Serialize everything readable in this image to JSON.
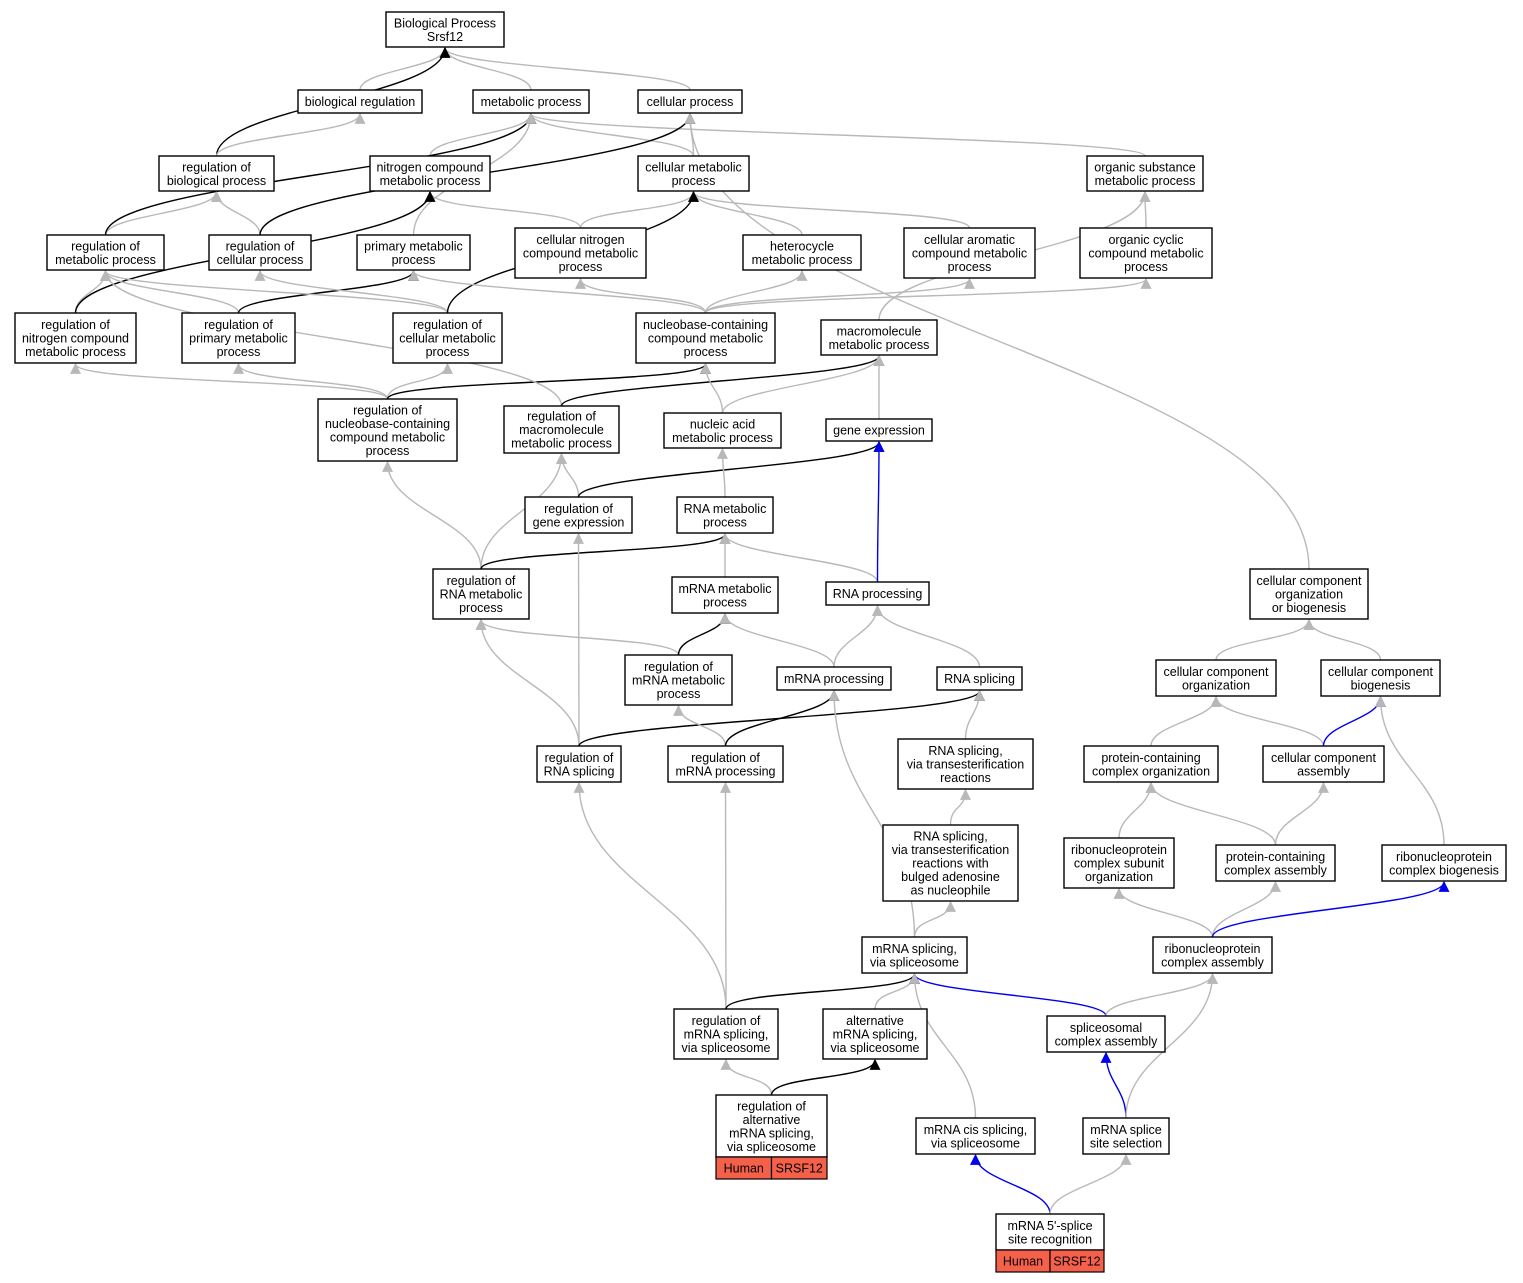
{
  "title_node": {
    "lines": [
      "Biological Process",
      "Srsf12"
    ]
  },
  "colors": {
    "grey_edge": "#b8b8b8",
    "black_edge": "#000000",
    "blue_edge": "#0000ee",
    "tag_fill": "#f5604a"
  },
  "nodes": [
    {
      "id": "bp",
      "lines": [
        "Biological Process",
        "Srsf12"
      ]
    },
    {
      "id": "bioreg",
      "lines": [
        "biological regulation"
      ]
    },
    {
      "id": "metab",
      "lines": [
        "metabolic process"
      ]
    },
    {
      "id": "cellproc",
      "lines": [
        "cellular process"
      ]
    },
    {
      "id": "regbio",
      "lines": [
        "regulation of",
        "biological process"
      ]
    },
    {
      "id": "nitro",
      "lines": [
        "nitrogen compound",
        "metabolic process"
      ]
    },
    {
      "id": "cellmet",
      "lines": [
        "cellular metabolic",
        "process"
      ]
    },
    {
      "id": "orgsub",
      "lines": [
        "organic substance",
        "metabolic process"
      ]
    },
    {
      "id": "regmet",
      "lines": [
        "regulation of",
        "metabolic process"
      ]
    },
    {
      "id": "regcell",
      "lines": [
        "regulation of",
        "cellular process"
      ]
    },
    {
      "id": "primet",
      "lines": [
        "primary metabolic",
        "process"
      ]
    },
    {
      "id": "cellnitro",
      "lines": [
        "cellular nitrogen",
        "compound metabolic",
        "process"
      ]
    },
    {
      "id": "hetero",
      "lines": [
        "heterocycle",
        "metabolic process"
      ]
    },
    {
      "id": "cellarom",
      "lines": [
        "cellular aromatic",
        "compound metabolic",
        "process"
      ]
    },
    {
      "id": "orgcyc",
      "lines": [
        "organic cyclic",
        "compound metabolic",
        "process"
      ]
    },
    {
      "id": "regnitro",
      "lines": [
        "regulation of",
        "nitrogen compound",
        "metabolic process"
      ]
    },
    {
      "id": "regprim",
      "lines": [
        "regulation of",
        "primary metabolic",
        "process"
      ]
    },
    {
      "id": "regcellmet",
      "lines": [
        "regulation of",
        "cellular metabolic",
        "process"
      ]
    },
    {
      "id": "nucbase",
      "lines": [
        "nucleobase-containing",
        "compound metabolic",
        "process"
      ]
    },
    {
      "id": "macro",
      "lines": [
        "macromolecule",
        "metabolic process"
      ]
    },
    {
      "id": "regnucbase",
      "lines": [
        "regulation of",
        "nucleobase-containing",
        "compound metabolic",
        "process"
      ]
    },
    {
      "id": "regmacro",
      "lines": [
        "regulation of",
        "macromolecule",
        "metabolic process"
      ]
    },
    {
      "id": "nucacid",
      "lines": [
        "nucleic acid",
        "metabolic process"
      ]
    },
    {
      "id": "geneexp",
      "lines": [
        "gene expression"
      ]
    },
    {
      "id": "reggene",
      "lines": [
        "regulation of",
        "gene expression"
      ]
    },
    {
      "id": "rnamet",
      "lines": [
        "RNA metabolic",
        "process"
      ]
    },
    {
      "id": "regrnamet",
      "lines": [
        "regulation of",
        "RNA metabolic",
        "process"
      ]
    },
    {
      "id": "mrnamet",
      "lines": [
        "mRNA metabolic",
        "process"
      ]
    },
    {
      "id": "rnaproc",
      "lines": [
        "RNA processing"
      ]
    },
    {
      "id": "ccorg",
      "lines": [
        "cellular component",
        "organization",
        "or biogenesis"
      ]
    },
    {
      "id": "regmrnamet",
      "lines": [
        "regulation of",
        "mRNA metabolic",
        "process"
      ]
    },
    {
      "id": "mrnaproc",
      "lines": [
        "mRNA processing"
      ]
    },
    {
      "id": "rnasplice",
      "lines": [
        "RNA splicing"
      ]
    },
    {
      "id": "ccorg2",
      "lines": [
        "cellular component",
        "organization"
      ]
    },
    {
      "id": "ccbio",
      "lines": [
        "cellular component",
        "biogenesis"
      ]
    },
    {
      "id": "regrnasplice",
      "lines": [
        "regulation of",
        "RNA splicing"
      ]
    },
    {
      "id": "regmrnaproc",
      "lines": [
        "regulation of",
        "mRNA processing"
      ]
    },
    {
      "id": "rnatrans",
      "lines": [
        "RNA splicing,",
        "via transesterification",
        "reactions"
      ]
    },
    {
      "id": "pcorg",
      "lines": [
        "protein-containing",
        "complex organization"
      ]
    },
    {
      "id": "ccasm",
      "lines": [
        "cellular component",
        "assembly"
      ]
    },
    {
      "id": "rnatransbulged",
      "lines": [
        "RNA splicing,",
        "via transesterification",
        "reactions with",
        "bulged adenosine",
        "as nucleophile"
      ]
    },
    {
      "id": "rnpsub",
      "lines": [
        "ribonucleoprotein",
        "complex subunit",
        "organization"
      ]
    },
    {
      "id": "pcasm",
      "lines": [
        "protein-containing",
        "complex assembly"
      ]
    },
    {
      "id": "rnpbio",
      "lines": [
        "ribonucleoprotein",
        "complex biogenesis"
      ]
    },
    {
      "id": "mrnasplice",
      "lines": [
        "mRNA splicing,",
        "via spliceosome"
      ]
    },
    {
      "id": "rnpasm",
      "lines": [
        "ribonucleoprotein",
        "complex assembly"
      ]
    },
    {
      "id": "regmrnasplice",
      "lines": [
        "regulation of",
        "mRNA splicing,",
        "via spliceosome"
      ]
    },
    {
      "id": "altsplice",
      "lines": [
        "alternative",
        "mRNA splicing,",
        "via spliceosome"
      ]
    },
    {
      "id": "spliceasm",
      "lines": [
        "spliceosomal",
        "complex assembly"
      ]
    },
    {
      "id": "regalt",
      "lines": [
        "regulation of",
        "alternative",
        "mRNA splicing,",
        "via spliceosome"
      ],
      "tags": [
        "Human",
        "SRSF12"
      ]
    },
    {
      "id": "ciss",
      "lines": [
        "mRNA cis splicing,",
        "via spliceosome"
      ]
    },
    {
      "id": "sitesel",
      "lines": [
        "mRNA splice",
        "site selection"
      ]
    },
    {
      "id": "fivess",
      "lines": [
        "mRNA 5'-splice",
        "site recognition"
      ],
      "tags": [
        "Human",
        "SRSF12"
      ]
    }
  ],
  "edges": [
    {
      "from": "bioreg",
      "to": "bp",
      "kind": "grey"
    },
    {
      "from": "metab",
      "to": "bp",
      "kind": "grey"
    },
    {
      "from": "cellproc",
      "to": "bp",
      "kind": "grey"
    },
    {
      "from": "regbio",
      "to": "bp",
      "kind": "black"
    },
    {
      "from": "regbio",
      "to": "bioreg",
      "kind": "grey"
    },
    {
      "from": "nitro",
      "to": "metab",
      "kind": "grey"
    },
    {
      "from": "cellmet",
      "to": "metab",
      "kind": "grey"
    },
    {
      "from": "cellmet",
      "to": "cellproc",
      "kind": "grey"
    },
    {
      "from": "orgsub",
      "to": "metab",
      "kind": "grey"
    },
    {
      "from": "regmet",
      "to": "regbio",
      "kind": "grey"
    },
    {
      "from": "regmet",
      "to": "metab",
      "kind": "black"
    },
    {
      "from": "regcell",
      "to": "regbio",
      "kind": "grey"
    },
    {
      "from": "regcell",
      "to": "cellproc",
      "kind": "black"
    },
    {
      "from": "primet",
      "to": "metab",
      "kind": "grey"
    },
    {
      "from": "cellnitro",
      "to": "nitro",
      "kind": "grey"
    },
    {
      "from": "cellnitro",
      "to": "cellmet",
      "kind": "grey"
    },
    {
      "from": "hetero",
      "to": "cellmet",
      "kind": "grey"
    },
    {
      "from": "cellarom",
      "to": "cellmet",
      "kind": "grey"
    },
    {
      "from": "orgcyc",
      "to": "orgsub",
      "kind": "grey"
    },
    {
      "from": "regnitro",
      "to": "regmet",
      "kind": "grey"
    },
    {
      "from": "regnitro",
      "to": "nitro",
      "kind": "black"
    },
    {
      "from": "regprim",
      "to": "regmet",
      "kind": "grey"
    },
    {
      "from": "regprim",
      "to": "primet",
      "kind": "black"
    },
    {
      "from": "regcellmet",
      "to": "regmet",
      "kind": "grey"
    },
    {
      "from": "regcellmet",
      "to": "regcell",
      "kind": "grey"
    },
    {
      "from": "regcellmet",
      "to": "cellmet",
      "kind": "black"
    },
    {
      "from": "nucbase",
      "to": "primet",
      "kind": "grey"
    },
    {
      "from": "nucbase",
      "to": "cellnitro",
      "kind": "grey"
    },
    {
      "from": "nucbase",
      "to": "hetero",
      "kind": "grey"
    },
    {
      "from": "nucbase",
      "to": "cellarom",
      "kind": "grey"
    },
    {
      "from": "nucbase",
      "to": "orgcyc",
      "kind": "grey"
    },
    {
      "from": "macro",
      "to": "orgsub",
      "kind": "grey"
    },
    {
      "from": "regnucbase",
      "to": "regnitro",
      "kind": "grey"
    },
    {
      "from": "regnucbase",
      "to": "regprim",
      "kind": "grey"
    },
    {
      "from": "regnucbase",
      "to": "regcellmet",
      "kind": "grey"
    },
    {
      "from": "regnucbase",
      "to": "nucbase",
      "kind": "black"
    },
    {
      "from": "regmacro",
      "to": "regmet",
      "kind": "grey"
    },
    {
      "from": "regmacro",
      "to": "macro",
      "kind": "black"
    },
    {
      "from": "nucacid",
      "to": "nucbase",
      "kind": "grey"
    },
    {
      "from": "nucacid",
      "to": "macro",
      "kind": "grey"
    },
    {
      "from": "geneexp",
      "to": "macro",
      "kind": "grey"
    },
    {
      "from": "reggene",
      "to": "regmacro",
      "kind": "grey"
    },
    {
      "from": "reggene",
      "to": "geneexp",
      "kind": "black"
    },
    {
      "from": "rnamet",
      "to": "nucacid",
      "kind": "grey"
    },
    {
      "from": "regrnamet",
      "to": "regnucbase",
      "kind": "grey"
    },
    {
      "from": "regrnamet",
      "to": "regmacro",
      "kind": "grey"
    },
    {
      "from": "regrnamet",
      "to": "rnamet",
      "kind": "black"
    },
    {
      "from": "mrnamet",
      "to": "rnamet",
      "kind": "grey"
    },
    {
      "from": "rnaproc",
      "to": "rnamet",
      "kind": "grey"
    },
    {
      "from": "rnaproc",
      "to": "geneexp",
      "kind": "blue"
    },
    {
      "from": "ccorg",
      "to": "cellproc",
      "kind": "grey"
    },
    {
      "from": "regmrnamet",
      "to": "regrnamet",
      "kind": "grey"
    },
    {
      "from": "regmrnamet",
      "to": "mrnamet",
      "kind": "black"
    },
    {
      "from": "mrnaproc",
      "to": "mrnamet",
      "kind": "grey"
    },
    {
      "from": "mrnaproc",
      "to": "rnaproc",
      "kind": "grey"
    },
    {
      "from": "rnasplice",
      "to": "rnaproc",
      "kind": "grey"
    },
    {
      "from": "ccorg2",
      "to": "ccorg",
      "kind": "grey"
    },
    {
      "from": "ccbio",
      "to": "ccorg",
      "kind": "grey"
    },
    {
      "from": "regrnasplice",
      "to": "regrnamet",
      "kind": "grey"
    },
    {
      "from": "regrnasplice",
      "to": "reggene",
      "kind": "grey"
    },
    {
      "from": "regrnasplice",
      "to": "rnasplice",
      "kind": "black"
    },
    {
      "from": "regmrnaproc",
      "to": "regmrnamet",
      "kind": "grey"
    },
    {
      "from": "regmrnaproc",
      "to": "mrnaproc",
      "kind": "black"
    },
    {
      "from": "rnatrans",
      "to": "rnasplice",
      "kind": "grey"
    },
    {
      "from": "pcorg",
      "to": "ccorg2",
      "kind": "grey"
    },
    {
      "from": "ccasm",
      "to": "ccorg2",
      "kind": "grey"
    },
    {
      "from": "ccasm",
      "to": "ccbio",
      "kind": "blue"
    },
    {
      "from": "rnatransbulged",
      "to": "rnatrans",
      "kind": "grey"
    },
    {
      "from": "rnpsub",
      "to": "pcorg",
      "kind": "grey"
    },
    {
      "from": "pcasm",
      "to": "pcorg",
      "kind": "grey"
    },
    {
      "from": "pcasm",
      "to": "ccasm",
      "kind": "grey"
    },
    {
      "from": "rnpbio",
      "to": "ccbio",
      "kind": "grey"
    },
    {
      "from": "mrnasplice",
      "to": "rnatransbulged",
      "kind": "grey"
    },
    {
      "from": "mrnasplice",
      "to": "mrnaproc",
      "kind": "grey"
    },
    {
      "from": "rnpasm",
      "to": "rnpsub",
      "kind": "grey"
    },
    {
      "from": "rnpasm",
      "to": "pcasm",
      "kind": "grey"
    },
    {
      "from": "rnpasm",
      "to": "rnpbio",
      "kind": "blue"
    },
    {
      "from": "regmrnasplice",
      "to": "regrnasplice",
      "kind": "grey"
    },
    {
      "from": "regmrnasplice",
      "to": "regmrnaproc",
      "kind": "grey"
    },
    {
      "from": "regmrnasplice",
      "to": "mrnasplice",
      "kind": "black"
    },
    {
      "from": "altsplice",
      "to": "mrnasplice",
      "kind": "grey"
    },
    {
      "from": "spliceasm",
      "to": "mrnasplice",
      "kind": "blue"
    },
    {
      "from": "spliceasm",
      "to": "rnpasm",
      "kind": "grey"
    },
    {
      "from": "regalt",
      "to": "regmrnasplice",
      "kind": "grey"
    },
    {
      "from": "regalt",
      "to": "altsplice",
      "kind": "black"
    },
    {
      "from": "ciss",
      "to": "mrnasplice",
      "kind": "grey"
    },
    {
      "from": "sitesel",
      "to": "spliceasm",
      "kind": "blue"
    },
    {
      "from": "sitesel",
      "to": "rnpasm",
      "kind": "grey"
    },
    {
      "from": "fivess",
      "to": "ciss",
      "kind": "blue"
    },
    {
      "from": "fivess",
      "to": "sitesel",
      "kind": "grey"
    }
  ]
}
